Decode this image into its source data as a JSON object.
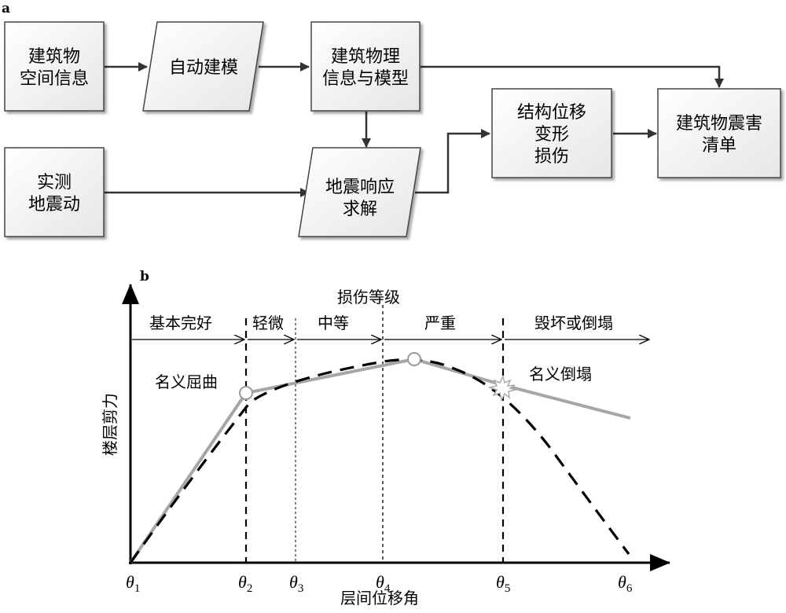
{
  "panel_a": {
    "label": "a",
    "boxes": {
      "building_spatial_info": [
        "建筑物",
        "空间信息"
      ],
      "auto_modeling": [
        "自动建模"
      ],
      "physical_info_model": [
        "建筑物理",
        "信息与模型"
      ],
      "measured_ground_motion": [
        "实测",
        "地震动"
      ],
      "seismic_response": [
        "地震响应",
        "求解"
      ],
      "structural_damage": [
        "结构位移",
        "变形",
        "损伤"
      ],
      "damage_list": [
        "建筑物震害",
        "清单"
      ]
    }
  },
  "panel_b": {
    "label": "b",
    "damage_grade_title": "损伤等级",
    "zones": [
      "基本完好",
      "轻微",
      "中等",
      "严重",
      "毁坏或倒塌"
    ],
    "annotations": {
      "yield": "名义屈曲",
      "collapse": "名义倒塌"
    },
    "y_axis_label": "楼层剪力",
    "x_axis_label": "层间位移角",
    "thetas": [
      {
        "base": "θ",
        "sub": "1"
      },
      {
        "base": "θ",
        "sub": "2"
      },
      {
        "base": "θ",
        "sub": "3"
      },
      {
        "base": "θ",
        "sub": "4"
      },
      {
        "base": "θ",
        "sub": "5"
      },
      {
        "base": "θ",
        "sub": "6"
      }
    ]
  }
}
